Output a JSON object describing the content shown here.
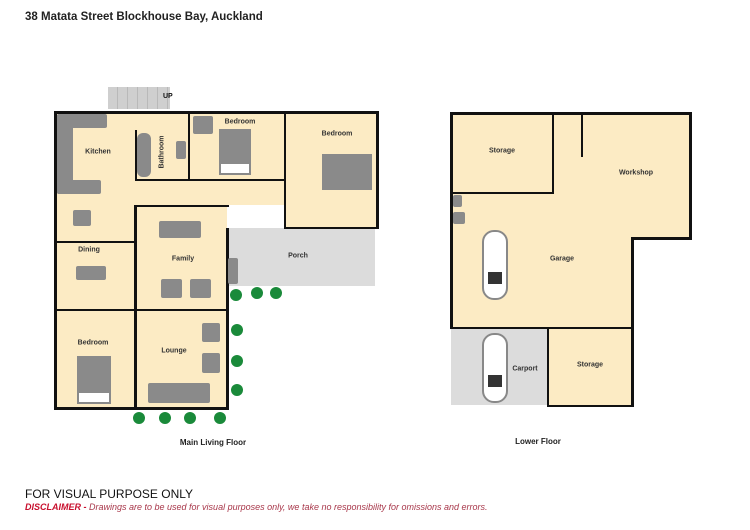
{
  "header": {
    "title": "38 Matata Street Blockhouse Bay, Auckland"
  },
  "main_floor": {
    "label": "Main Living Floor",
    "stairs_label": "UP",
    "rooms": {
      "kitchen": "Kitchen",
      "bathroom": "Bathroom",
      "bedroom1": "Bedroom",
      "bedroom2": "Bedroom",
      "dining": "Dining",
      "family": "Family",
      "porch": "Porch",
      "bedroom3": "Bedroom",
      "lounge": "Lounge"
    }
  },
  "lower_floor": {
    "label": "Lower Floor",
    "rooms": {
      "storage1": "Storage",
      "workshop": "Workshop",
      "garage": "Garage",
      "carport": "Carport",
      "storage2": "Storage"
    }
  },
  "footer": {
    "notice": "FOR VISUAL PURPOSE ONLY",
    "disclaimer_label": "DISCLAIMER -",
    "disclaimer_text": " Drawings are to be used for visual purposes only, we take no responsibility for omissions and errors."
  },
  "colors": {
    "room_fill": "#fcebc4",
    "outdoor_fill": "#dcdcdc",
    "wall": "#111111",
    "tree": "#1a8a3a",
    "disclaimer": "#c8102e"
  }
}
